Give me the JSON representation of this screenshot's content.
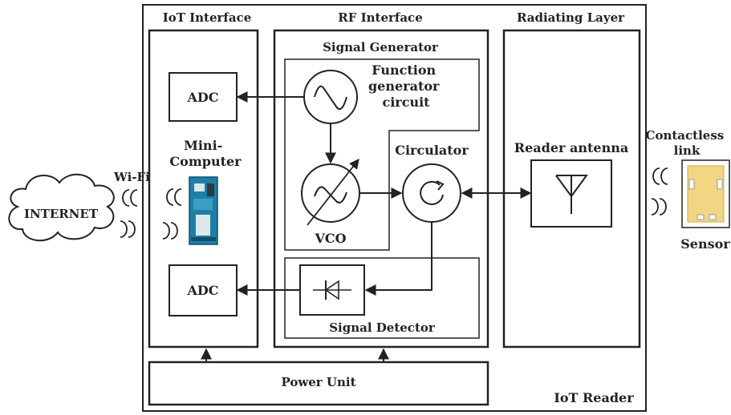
{
  "labels": {
    "iot_interface": "IoT Interface",
    "rf_interface": "RF Interface",
    "radiating_layer": "Radiating Layer",
    "signal_generator": "Signal Generator",
    "function_generator": [
      "Function",
      "generator",
      "circuit"
    ],
    "adc_top": "ADC",
    "adc_bottom": "ADC",
    "mini_computer": [
      "Mini-",
      "Computer"
    ],
    "circulator": "Circulator",
    "vco": "VCO",
    "signal_detector": "Signal Detector",
    "reader_antenna": "Reader antenna",
    "contactless_link": [
      "Contactless",
      "link"
    ],
    "sensor": "Sensor",
    "wifi": "Wi-Fi",
    "internet": "INTERNET",
    "power_unit": "Power Unit",
    "iot_reader": "IoT Reader"
  },
  "icons": {
    "wifi_waves": "wifi-waves-icon",
    "cloud": "cloud-icon",
    "sine": "sine-wave-icon",
    "vco": "vco-icon",
    "circulator": "circulator-icon",
    "diode": "diode-icon",
    "antenna": "antenna-icon",
    "board": "computer-board-icon",
    "sensor_chip": "sensor-chip-icon"
  },
  "colors": {
    "line": "#222222",
    "board": "#1e7fa6",
    "sensor": "#f2d684"
  }
}
